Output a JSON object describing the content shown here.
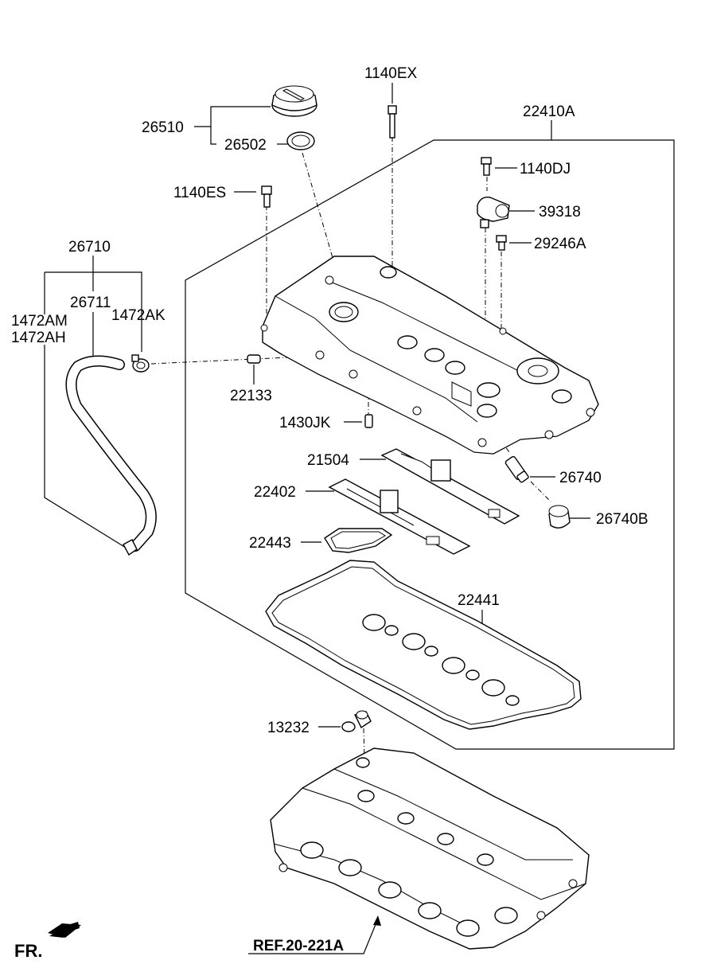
{
  "labels": {
    "p26510": "26510",
    "p26502": "26502",
    "p1140EX": "1140EX",
    "p22410A": "22410A",
    "p1140DJ": "1140DJ",
    "p1140ES": "1140ES",
    "p39318": "39318",
    "p29246A": "29246A",
    "p26710": "26710",
    "p26711": "26711",
    "p1472AM": "1472AM",
    "p1472AH": "1472AH",
    "p1472AK": "1472AK",
    "p22133": "22133",
    "p1430JK": "1430JK",
    "p21504": "21504",
    "p22402": "22402",
    "p26740": "26740",
    "p26740B": "26740B",
    "p22443": "22443",
    "p22441": "22441",
    "p13232": "13232",
    "ref": "REF.20-221A",
    "fr": "FR."
  }
}
